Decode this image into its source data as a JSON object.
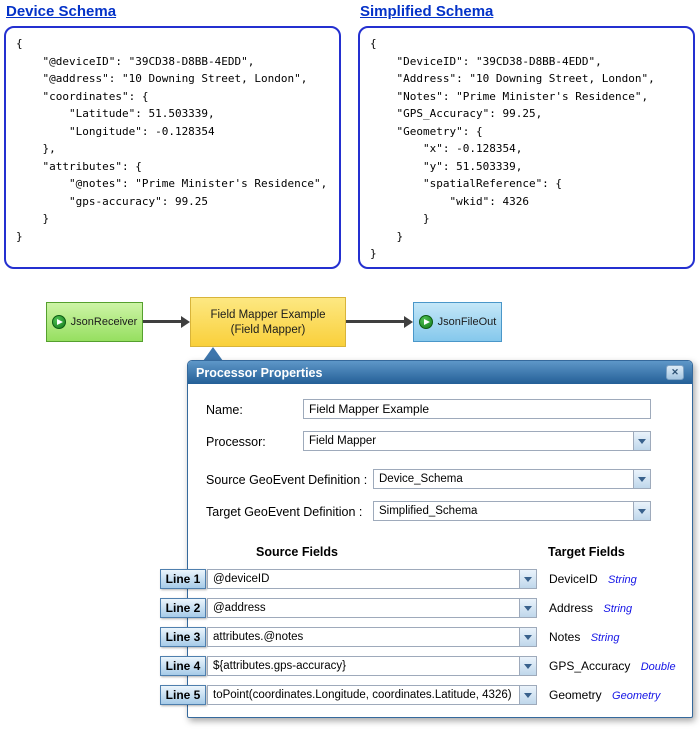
{
  "colors": {
    "heading_blue": "#0432C8",
    "schema_border": "#2430D0",
    "receiver_green": "#96DF60",
    "processor_yellow": "#F9D03B",
    "output_blue": "#85C8EC",
    "dialog_titlebar_blue": "#2E6DA4",
    "type_label_blue": "#1414E6",
    "callout_blue": "#3E76AC"
  },
  "device_schema": {
    "title": "Device Schema",
    "code": "{\n    \"@deviceID\": \"39CD38-D8BB-4EDD\",\n    \"@address\": \"10 Downing Street, London\",\n    \"coordinates\": {\n        \"Latitude\": 51.503339,\n        \"Longitude\": -0.128354\n    },\n    \"attributes\": {\n        \"@notes\": \"Prime Minister's Residence\",\n        \"gps-accuracy\": 99.25\n    }\n}"
  },
  "simplified_schema": {
    "title": "Simplified Schema",
    "code": "{\n    \"DeviceID\": \"39CD38-D8BB-4EDD\",\n    \"Address\": \"10 Downing Street, London\",\n    \"Notes\": \"Prime Minister's Residence\",\n    \"GPS_Accuracy\": 99.25,\n    \"Geometry\": {\n        \"x\": -0.128354,\n        \"y\": 51.503339,\n        \"spatialReference\": {\n            \"wkid\": 4326\n        }\n    }\n}"
  },
  "flow": {
    "receiver_label": "JsonReceiver",
    "processor_title": "Field Mapper Example",
    "processor_subtitle": "(Field Mapper)",
    "output_label": "JsonFileOut"
  },
  "dialog": {
    "title": "Processor Properties",
    "close_glyph": "✕",
    "name_label": "Name:",
    "name_value": "Field Mapper Example",
    "processor_label": "Processor:",
    "processor_value": "Field Mapper",
    "source_def_label": "Source GeoEvent Definition :",
    "source_def_value": "Device_Schema",
    "target_def_label": "Target GeoEvent Definition :",
    "target_def_value": "Simplified_Schema",
    "source_fields_header": "Source Fields",
    "target_fields_header": "Target Fields",
    "rows": [
      {
        "line": "Line 1",
        "source": "@deviceID",
        "target": "DeviceID",
        "type": "String"
      },
      {
        "line": "Line 2",
        "source": "@address",
        "target": "Address",
        "type": "String"
      },
      {
        "line": "Line 3",
        "source": "attributes.@notes",
        "target": "Notes",
        "type": "String"
      },
      {
        "line": "Line 4",
        "source": "${attributes.gps-accuracy}",
        "target": "GPS_Accuracy",
        "type": "Double"
      },
      {
        "line": "Line 5",
        "source": "toPoint(coordinates.Longitude, coordinates.Latitude, 4326)",
        "target": "Geometry",
        "type": "Geometry"
      }
    ]
  }
}
